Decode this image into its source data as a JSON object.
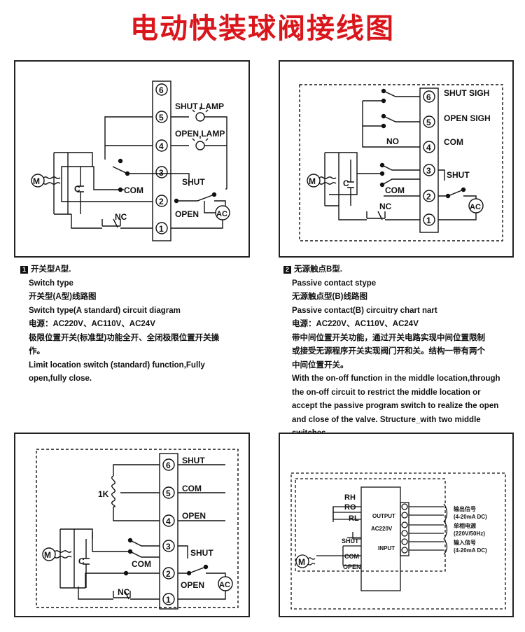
{
  "title": "电动快装球阀接线图",
  "diagrams": [
    {
      "id": "a",
      "terminals": [
        "6",
        "5",
        "4",
        "3",
        "2",
        "1"
      ],
      "labels": {
        "shut_lamp": "SHUT LAMP",
        "open_lamp": "OPEN LAMP",
        "shut": "SHUT",
        "com": "COM",
        "open": "OPEN",
        "nc": "NC",
        "c": "C",
        "m": "M",
        "ac": "AC"
      }
    },
    {
      "id": "b",
      "terminals": [
        "6",
        "5",
        "4",
        "3",
        "2",
        "1"
      ],
      "labels": {
        "shut_sigh": "SHUT SIGH",
        "open_sigh": "OPEN SIGH",
        "no": "NO",
        "com_t": "COM",
        "shut": "SHUT",
        "com": "COM",
        "nc": "NC",
        "c": "C",
        "m": "M",
        "ac": "AC"
      }
    },
    {
      "id": "c",
      "terminals": [
        "6",
        "5",
        "4",
        "3",
        "2",
        "1"
      ],
      "labels": {
        "shut_t": "SHUT",
        "com_t": "COM",
        "open_t": "OPEN",
        "k": "1K",
        "shut": "SHUT",
        "com": "COM",
        "open": "OPEN",
        "nc": "NC",
        "c": "C",
        "m": "M",
        "ac": "AC"
      }
    },
    {
      "id": "d",
      "labels": {
        "rh": "RH",
        "ro": "RO",
        "rl": "RL",
        "output": "OUTPUT",
        "ac220": "AC220V",
        "input": "INPUT",
        "shut": "SHUT",
        "com": "COM",
        "open": "OPEN",
        "m": "M",
        "out_cn": "输出信号",
        "out_en": "(4-20mA DC)",
        "pwr_cn": "单相电源",
        "pwr_en": "(220V/50Hz)",
        "in_cn": "输入信号",
        "in_en": "(4-20mA DC)"
      }
    }
  ],
  "desc_a": {
    "num": "1",
    "head": "开关型A型.",
    "lines": [
      "Switch type",
      "开关型(A型)线路图",
      "Switch type(A standard) circuit diagram",
      "电源：AC220V、AC110V、AC24V",
      "极限位置开关(标准型)功能全开、全闭极限位置开关操",
      "作。",
      "Limit location switch (standard) function,Fully",
      "open,fully close."
    ]
  },
  "desc_b": {
    "num": "2",
    "head": "无源触点B型.",
    "lines": [
      "Passive contact stype",
      "无源触点型(B)线路图",
      "Passive contact(B) circuitry chart nart",
      "电源：AC220V、AC110V、AC24V",
      "带中间位置开关功能，通过开关电路实现中间位置限制",
      "或接受无源程序开关实现阀门开和关。结构一带有两个",
      "中间位置开关。",
      "With the on-off function in the middle location,through",
      "the on-off circuit to restrict the middle location or",
      "accept the passive program switch to realize the open",
      "and close of the valve. Structure_with two middle",
      "switches."
    ]
  }
}
